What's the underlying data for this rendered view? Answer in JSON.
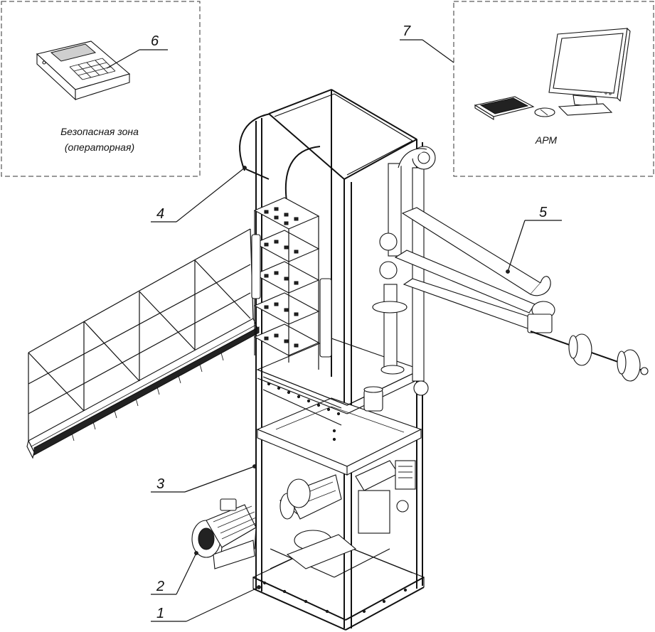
{
  "callouts": [
    {
      "id": "1",
      "text": "1"
    },
    {
      "id": "2",
      "text": "2"
    },
    {
      "id": "3",
      "text": "3"
    },
    {
      "id": "4",
      "text": "4"
    },
    {
      "id": "5",
      "text": "5"
    },
    {
      "id": "6",
      "text": "6"
    },
    {
      "id": "7",
      "text": "7"
    }
  ],
  "safe_zone": {
    "line1": "Безопасная зона",
    "line2": "(операторная)"
  },
  "workstation": {
    "label": "АРМ"
  }
}
